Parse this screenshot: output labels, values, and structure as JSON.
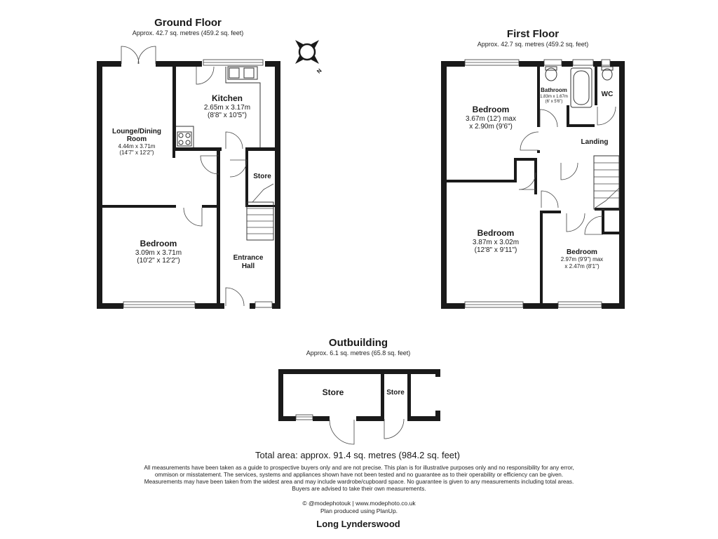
{
  "ground_floor": {
    "title": "Ground Floor",
    "area": "Approx. 42.7 sq. metres (459.2 sq. feet)",
    "rooms": {
      "lounge": {
        "name_line1": "Lounge/Dining",
        "name_line2": "Room",
        "dim_m": "4.44m x 3.71m",
        "dim_ft": "(14'7\" x 12'2\")"
      },
      "kitchen": {
        "name": "Kitchen",
        "dim_m": "2.65m x 3.17m",
        "dim_ft": "(8'8\" x 10'5\")"
      },
      "store": {
        "name": "Store"
      },
      "bedroom": {
        "name": "Bedroom",
        "dim_m": "3.09m x 3.71m",
        "dim_ft": "(10'2\" x 12'2\")"
      },
      "entrance": {
        "name_line1": "Entrance",
        "name_line2": "Hall"
      }
    },
    "compass_label": "N"
  },
  "first_floor": {
    "title": "First Floor",
    "area": "Approx. 42.7 sq. metres (459.2 sq. feet)",
    "rooms": {
      "bedroom1": {
        "name": "Bedroom",
        "dim_line1": "3.67m (12') max",
        "dim_line2": "x 2.90m (9'6\")"
      },
      "bathroom": {
        "name": "Bathroom",
        "dim_m": "1.83m x 1.67m",
        "dim_ft": "(6' x 5'6\")"
      },
      "wc": {
        "name": "WC"
      },
      "landing": {
        "name": "Landing"
      },
      "bedroom2": {
        "name": "Bedroom",
        "dim_m": "3.87m x 3.02m",
        "dim_ft": "(12'8\" x 9'11\")"
      },
      "bedroom3": {
        "name": "Bedroom",
        "dim_line1": "2.97m (9'9\") max",
        "dim_line2": "x 2.47m (8'1\")"
      }
    }
  },
  "outbuilding": {
    "title": "Outbuilding",
    "area": "Approx. 6.1 sq. metres (65.8 sq. feet)",
    "rooms": {
      "store1": {
        "name": "Store"
      },
      "store2": {
        "name": "Store"
      }
    }
  },
  "footer": {
    "total": "Total area: approx. 91.4 sq. metres (984.2 sq. feet)",
    "disclaimer": [
      "All measurements have been taken as a guide to prospective buyers only and are not precise. This plan is for illustrative purposes only and no responsibility for any error,",
      "ommison or misstatement. The services, systems and appliances shown have not been tested and no guarantee as to their operability or efficiency can be given.",
      "Measurements may have been taken from the widest area and may include wardrobe/cupboard space. No guarantee is given to any measurements including total areas.",
      "Buyers are advised to take their own measurements."
    ],
    "credit_line1": "© @modephotouk | www.modephoto.co.uk",
    "credit_line2": "Plan produced using PlanUp.",
    "property_name": "Long Lynderswood"
  }
}
